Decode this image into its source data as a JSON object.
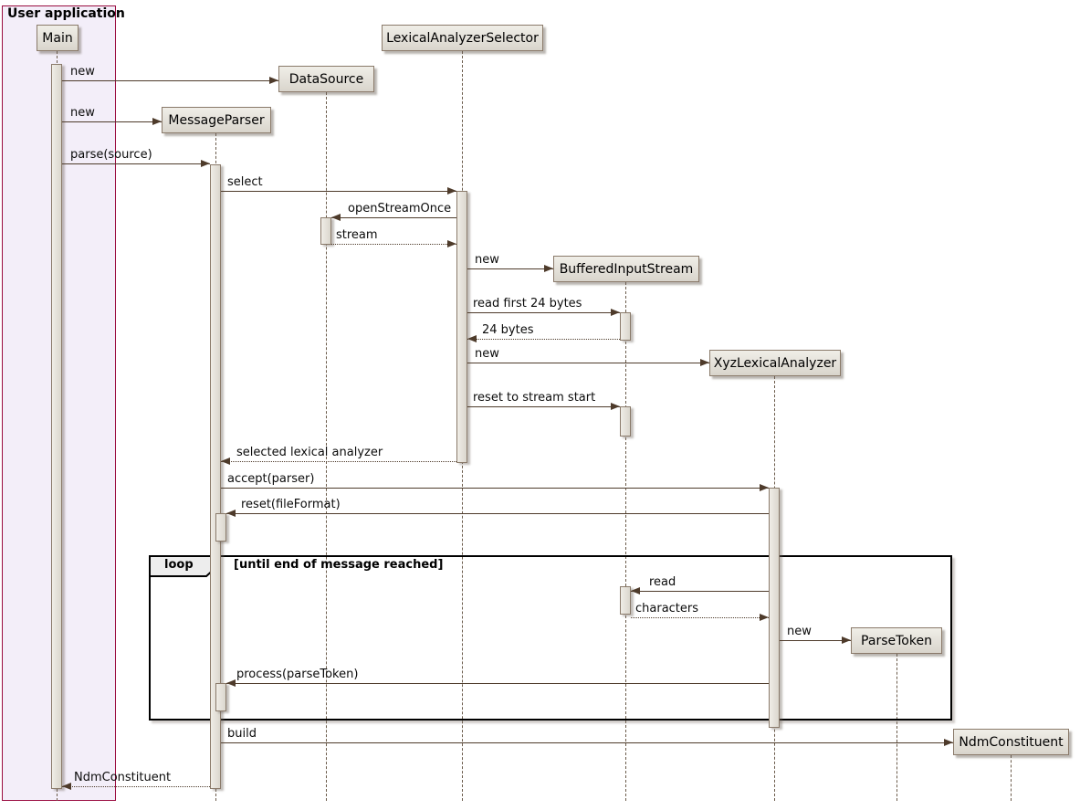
{
  "diagram_type": "uml-sequence",
  "frame": {
    "title": "User application"
  },
  "participants": {
    "main": "Main",
    "message_parser": "MessageParser",
    "data_source": "DataSource",
    "lexical_analyzer_selector": "LexicalAnalyzerSelector",
    "buffered_input_stream": "BufferedInputStream",
    "xyz_lexical_analyzer": "XyzLexicalAnalyzer",
    "parse_token": "ParseToken",
    "ndm_constituent": "NdmConstituent"
  },
  "loop": {
    "operator": "loop",
    "guard": "[until end of message reached]"
  },
  "messages": {
    "new_data_source": "new",
    "new_message_parser": "new",
    "parse_source": "parse(source)",
    "select": "select",
    "open_stream_once": "openStreamOnce",
    "stream": "stream",
    "new_buffered_input_stream": "new",
    "read_first_24_bytes": "read first 24 bytes",
    "bytes_24": "24 bytes",
    "new_xyz_lexical_analyzer": "new",
    "reset_to_stream_start": "reset to stream start",
    "selected_lexical_analyzer": "selected lexical analyzer",
    "accept_parser": "accept(parser)",
    "reset_file_format": "reset(fileFormat)",
    "read": "read",
    "characters": "characters",
    "new_parse_token": "new",
    "process_parse_token": "process(parseToken)",
    "build": "build",
    "return_ndm_constituent": "NdmConstituent"
  },
  "colors": {
    "arrow": "#4E3B2B",
    "lifeline": "#6B5B4B",
    "participant_border": "#8A7A6A",
    "participant_fill": "#E4E1D9",
    "boundary_border": "#9A0D40",
    "boundary_fill": "#F3EEF9",
    "loop_border": "#000000"
  }
}
